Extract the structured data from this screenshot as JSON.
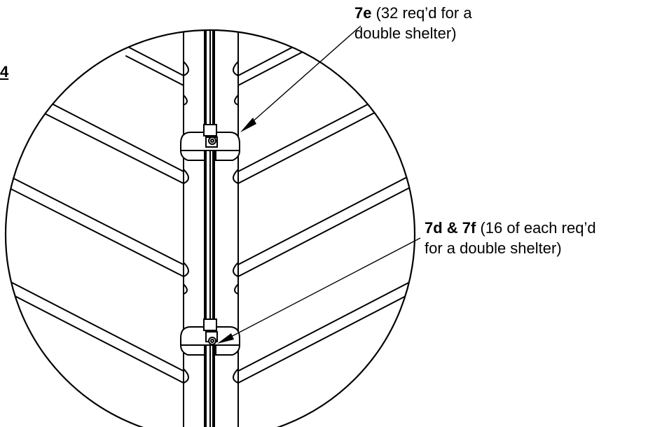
{
  "figure_number_fragment": "4",
  "callouts": [
    {
      "id": "7e",
      "part": "7e",
      "line1_rest": " (32 req’d for a",
      "line2": "double shelter)"
    },
    {
      "id": "7d7f",
      "part": "7d & 7f",
      "line1_rest": " (16 of each req’d",
      "line2": "for a double shelter)"
    }
  ],
  "colors": {
    "ink": "#000000",
    "background": "#ffffff"
  }
}
